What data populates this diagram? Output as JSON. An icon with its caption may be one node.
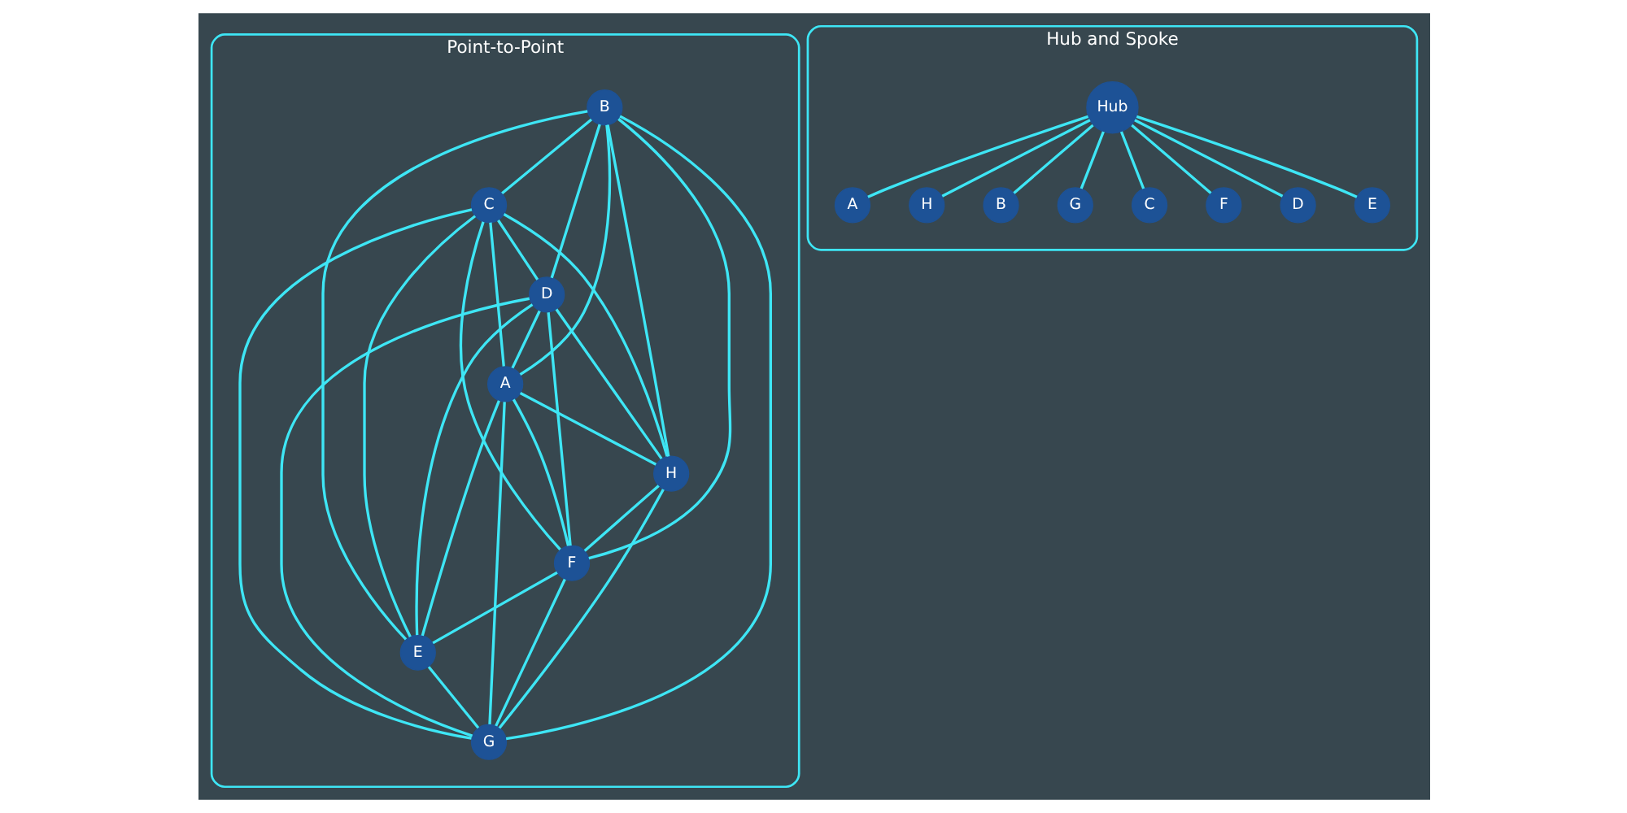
{
  "diagram": {
    "nodes": [
      {
        "text": [
          "Point-to-Point"
        ]
      },
      {
        "text": [
          "B"
        ],
        "in": 0
      },
      {
        "text": [
          "C"
        ],
        "in": 0
      },
      {
        "text": [
          "D"
        ],
        "in": 0
      },
      {
        "text": [
          "A"
        ],
        "in": 0
      },
      {
        "text": [
          "H"
        ],
        "in": 0
      },
      {
        "text": [
          "F"
        ],
        "in": 0
      },
      {
        "text": [
          "E"
        ],
        "in": 0
      },
      {
        "text": [
          "G"
        ],
        "in": 0
      },
      {
        "text": [
          "Hub and Spoke"
        ]
      },
      {
        "text": [
          "A"
        ],
        "in": 9
      },
      {
        "text": [
          "H"
        ],
        "in": 9
      },
      {
        "text": [
          "B"
        ],
        "in": 9
      },
      {
        "text": [
          "G"
        ],
        "in": 9
      },
      {
        "text": [
          "Hub"
        ],
        "in": 9
      },
      {
        "text": [
          "C"
        ],
        "in": 9
      },
      {
        "text": [
          "F"
        ],
        "in": 9
      },
      {
        "text": [
          "D"
        ],
        "in": 9
      },
      {
        "text": [
          "E"
        ],
        "in": 9
      }
    ],
    "edges": [
      {
        "from": 1,
        "to": 2,
        "arrow": "none"
      },
      {
        "from": 1,
        "to": 3,
        "arrow": "none"
      },
      {
        "from": 1,
        "to": 4,
        "arrow": "none"
      },
      {
        "from": 1,
        "to": 5,
        "arrow": "none"
      },
      {
        "from": 1,
        "to": 6,
        "arrow": "none"
      },
      {
        "from": 1,
        "to": 7,
        "arrow": "none"
      },
      {
        "from": 1,
        "to": 8,
        "arrow": "none"
      },
      {
        "from": 2,
        "to": 3,
        "arrow": "none"
      },
      {
        "from": 2,
        "to": 4,
        "arrow": "none"
      },
      {
        "from": 2,
        "to": 5,
        "arrow": "none"
      },
      {
        "from": 2,
        "to": 6,
        "arrow": "none"
      },
      {
        "from": 2,
        "to": 7,
        "arrow": "none"
      },
      {
        "from": 2,
        "to": 8,
        "arrow": "none"
      },
      {
        "from": 3,
        "to": 4,
        "arrow": "none"
      },
      {
        "from": 3,
        "to": 5,
        "arrow": "none"
      },
      {
        "from": 3,
        "to": 6,
        "arrow": "none"
      },
      {
        "from": 3,
        "to": 7,
        "arrow": "none"
      },
      {
        "from": 3,
        "to": 8,
        "arrow": "none"
      },
      {
        "from": 4,
        "to": 5,
        "arrow": "none"
      },
      {
        "from": 4,
        "to": 6,
        "arrow": "none"
      },
      {
        "from": 4,
        "to": 7,
        "arrow": "none"
      },
      {
        "from": 4,
        "to": 8,
        "arrow": "none"
      },
      {
        "from": 5,
        "to": 6,
        "arrow": "none"
      },
      {
        "from": 5,
        "to": 8,
        "arrow": "none"
      },
      {
        "from": 6,
        "to": 7,
        "arrow": "none"
      },
      {
        "from": 6,
        "to": 8,
        "arrow": "none"
      },
      {
        "from": 7,
        "to": 8,
        "arrow": "none"
      },
      {
        "from": 14,
        "to": 10,
        "arrow": "none"
      },
      {
        "from": 14,
        "to": 12,
        "arrow": "none"
      },
      {
        "from": 14,
        "to": 15,
        "arrow": "none"
      },
      {
        "from": 14,
        "to": 17,
        "arrow": "none"
      },
      {
        "from": 14,
        "to": 18,
        "arrow": "none"
      },
      {
        "from": 14,
        "to": 16,
        "arrow": "none"
      },
      {
        "from": 14,
        "to": 13,
        "arrow": "none"
      },
      {
        "from": 14,
        "to": 11,
        "arrow": "none"
      }
    ]
  }
}
